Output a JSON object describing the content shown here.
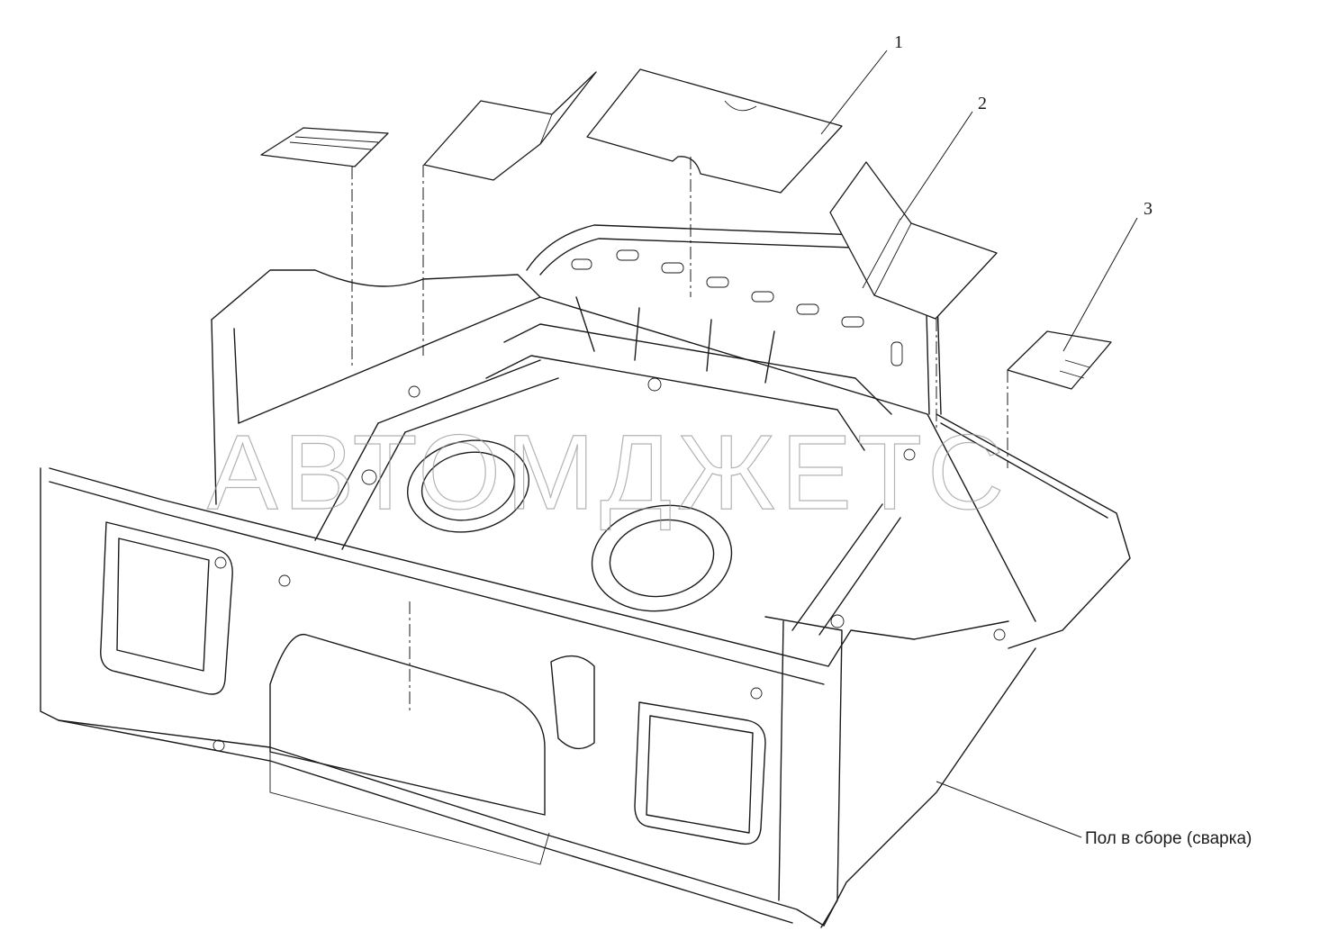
{
  "callouts": [
    {
      "id": "1",
      "label": "1"
    },
    {
      "id": "2",
      "label": "2"
    },
    {
      "id": "3",
      "label": "3"
    }
  ],
  "assembly_label": "Пол в сборе (сварка)",
  "watermark": "АВТОМДЖЕТС",
  "colors": {
    "line": "#1a1a1a",
    "watermark": "#9a9a9a",
    "background": "#ffffff"
  }
}
